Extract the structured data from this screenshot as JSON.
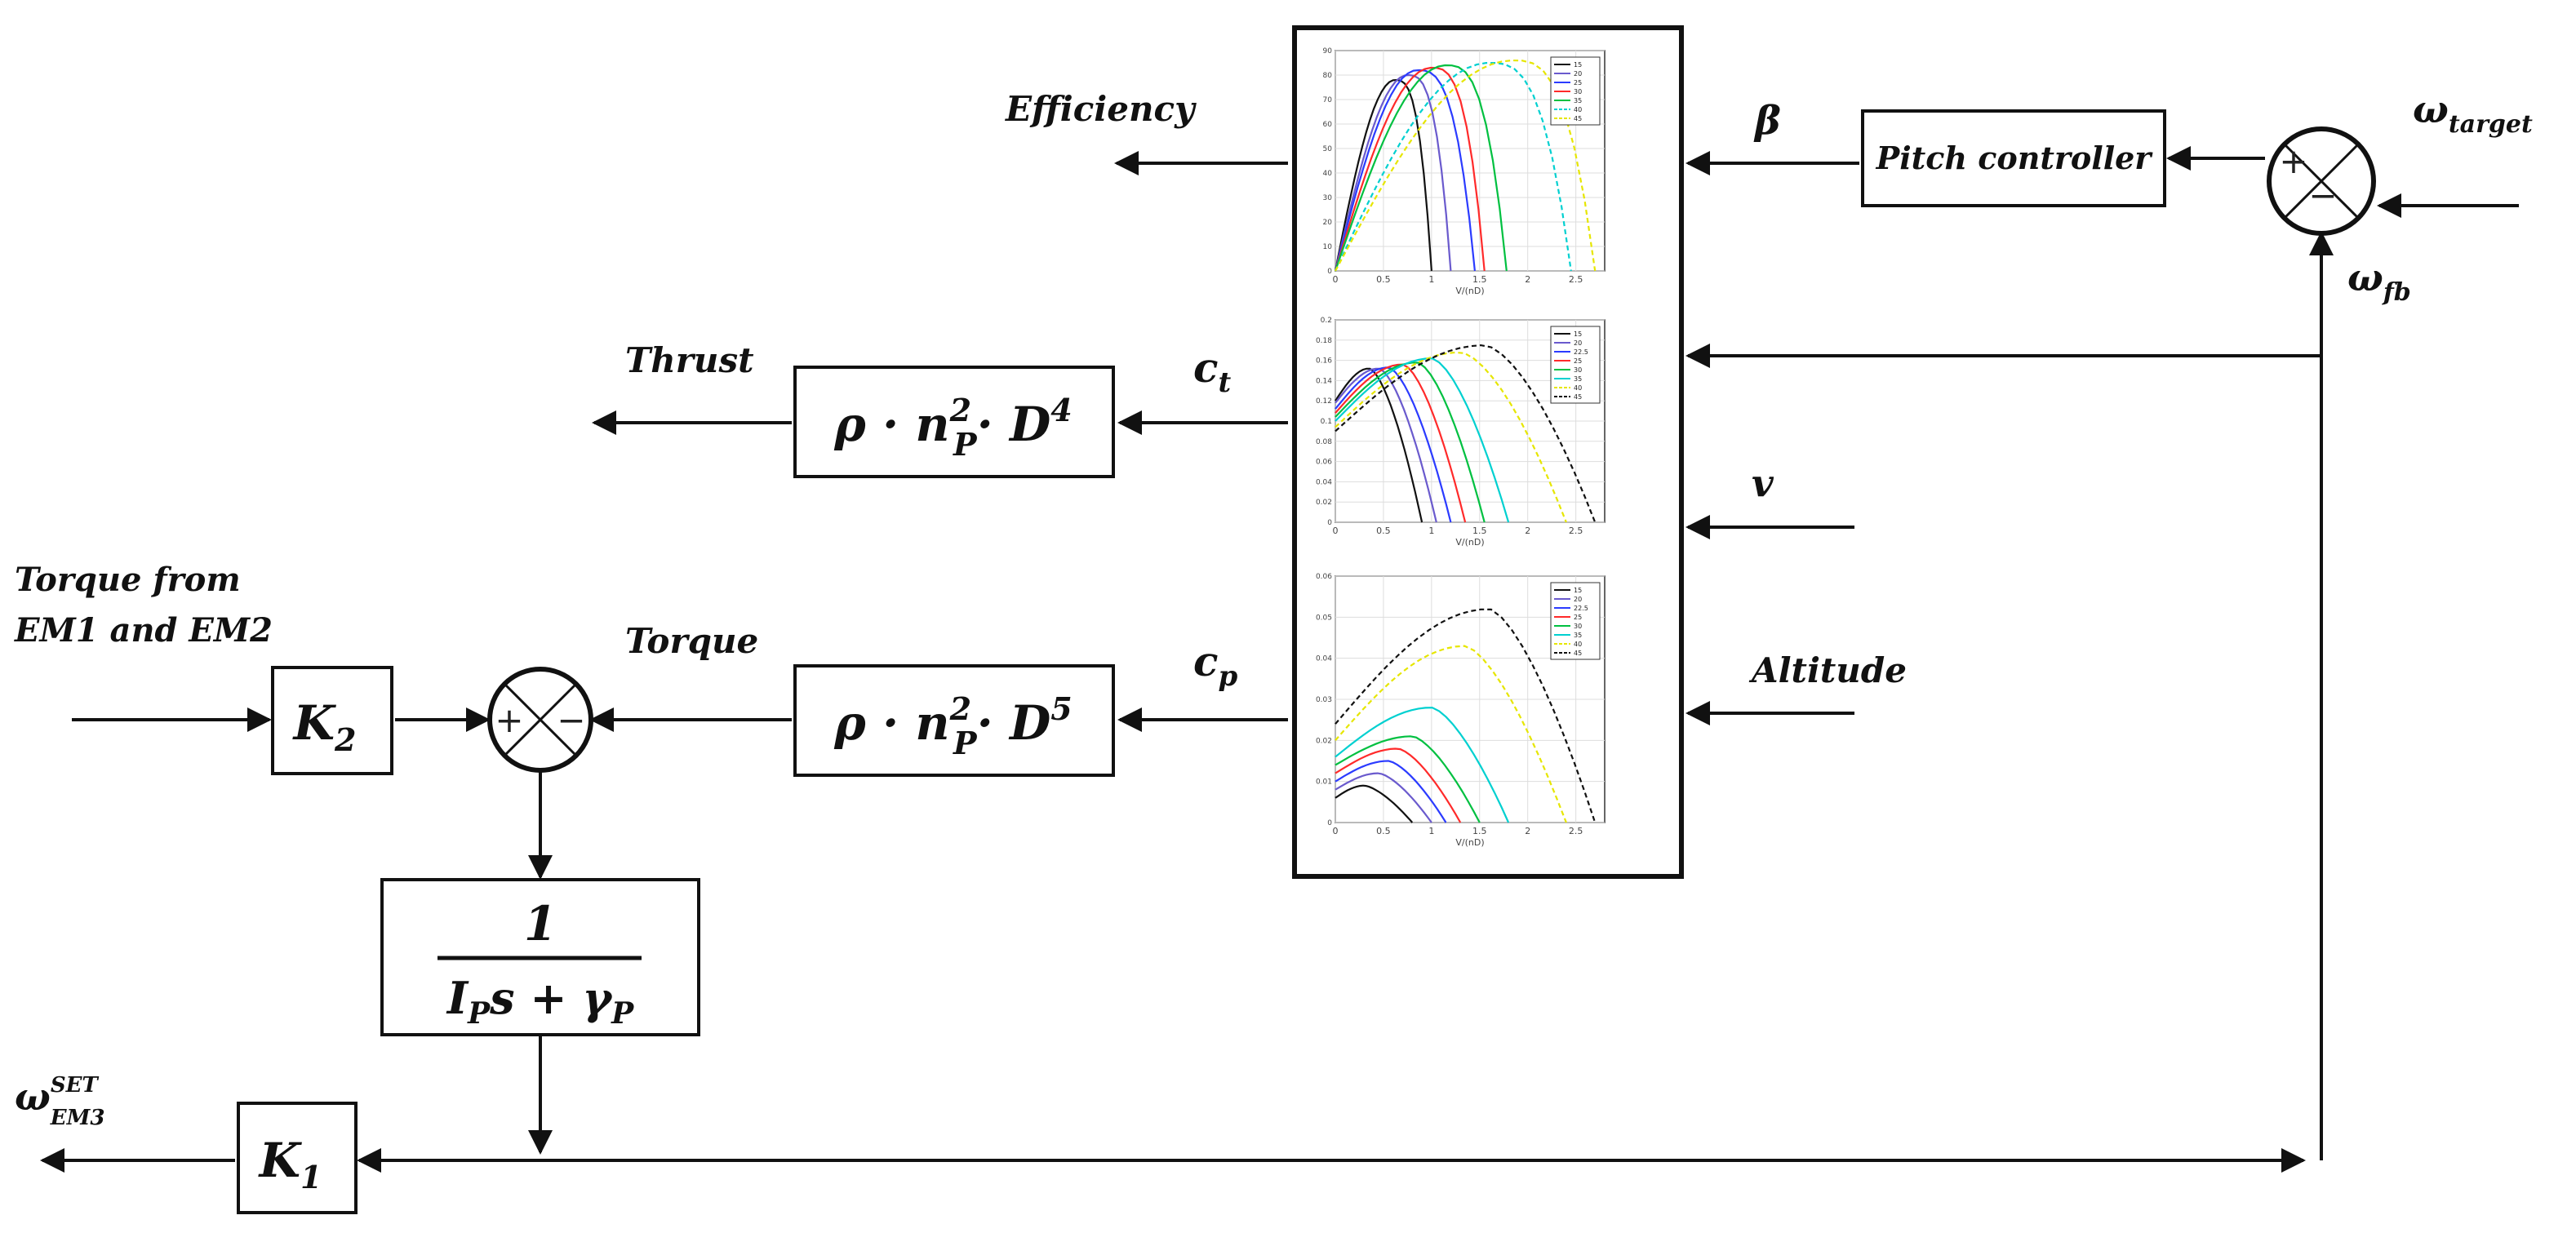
{
  "labels": {
    "efficiency": "Efficiency",
    "thrust": "Thrust",
    "torque": "Torque",
    "torque_from_1": "Torque from",
    "torque_from_2": "EM1 and EM2",
    "altitude": "Altitude",
    "v": "v",
    "beta": "β",
    "ct_main": "c",
    "ct_sub": "t",
    "cp_main": "c",
    "cp_sub": "p",
    "omega": "ω",
    "omega_target_sub": "target",
    "omega_fb_sub": "fb",
    "omega_set_sup": "SET",
    "omega_set_sub": "EM3"
  },
  "blocks": {
    "pitch_controller": "Pitch controller",
    "k1_main": "K",
    "k1_sub": "1",
    "k2_main": "K",
    "k2_sub": "2",
    "thrust_gain": {
      "rho": "ρ · n",
      "n_sub": "P",
      "n_sup": "2",
      "mid": "· D",
      "d_sup": "4"
    },
    "torque_gain": {
      "rho": "ρ · n",
      "n_sub": "P",
      "n_sup": "2",
      "mid": "· D",
      "d_sup": "5"
    },
    "tf_num": "1",
    "tf_den": {
      "i": "I",
      "i_sub": "P",
      "mid": "s + γ",
      "g_sub": "P"
    }
  },
  "sum_signs": {
    "plus": "+",
    "minus": "−"
  },
  "colors": {
    "line": "#111111",
    "series": [
      "#111111",
      "#6a5acd",
      "#2b3bff",
      "#ff2a2a",
      "#00c040",
      "#00d0d0",
      "#e6e600",
      "#111111",
      "#111111"
    ]
  },
  "embedded_charts": [
    {
      "name": "efficiency-chart",
      "xlabel": "V/(nD)",
      "xticks": [
        "0",
        "0.5",
        "1",
        "1.5",
        "2",
        "2.5"
      ],
      "yticks": [
        "0",
        "10",
        "20",
        "30",
        "40",
        "50",
        "60",
        "70",
        "80",
        "90"
      ],
      "legend": [
        "15",
        "20",
        "25",
        "30",
        "35",
        "40",
        "45"
      ],
      "xmax": 2.8,
      "ymax": 90
    },
    {
      "name": "ct-chart",
      "xlabel": "V/(nD)",
      "xticks": [
        "0",
        "0.5",
        "1",
        "1.5",
        "2",
        "2.5"
      ],
      "yticks": [
        "0",
        "0.02",
        "0.04",
        "0.06",
        "0.08",
        "0.1",
        "0.12",
        "0.14",
        "0.16",
        "0.18",
        "0.2"
      ],
      "legend": [
        "15",
        "20",
        "22.5",
        "25",
        "30",
        "35",
        "40",
        "45"
      ],
      "xmax": 2.8,
      "ymax": 0.2
    },
    {
      "name": "cp-chart",
      "xlabel": "V/(nD)",
      "xticks": [
        "0",
        "0.5",
        "1",
        "1.5",
        "2",
        "2.5"
      ],
      "yticks": [
        "0",
        "0.01",
        "0.02",
        "0.03",
        "0.04",
        "0.05",
        "0.06"
      ],
      "legend": [
        "15",
        "20",
        "22.5",
        "25",
        "30",
        "35",
        "40",
        "45"
      ],
      "xmax": 2.8,
      "ymax": 0.06
    }
  ]
}
